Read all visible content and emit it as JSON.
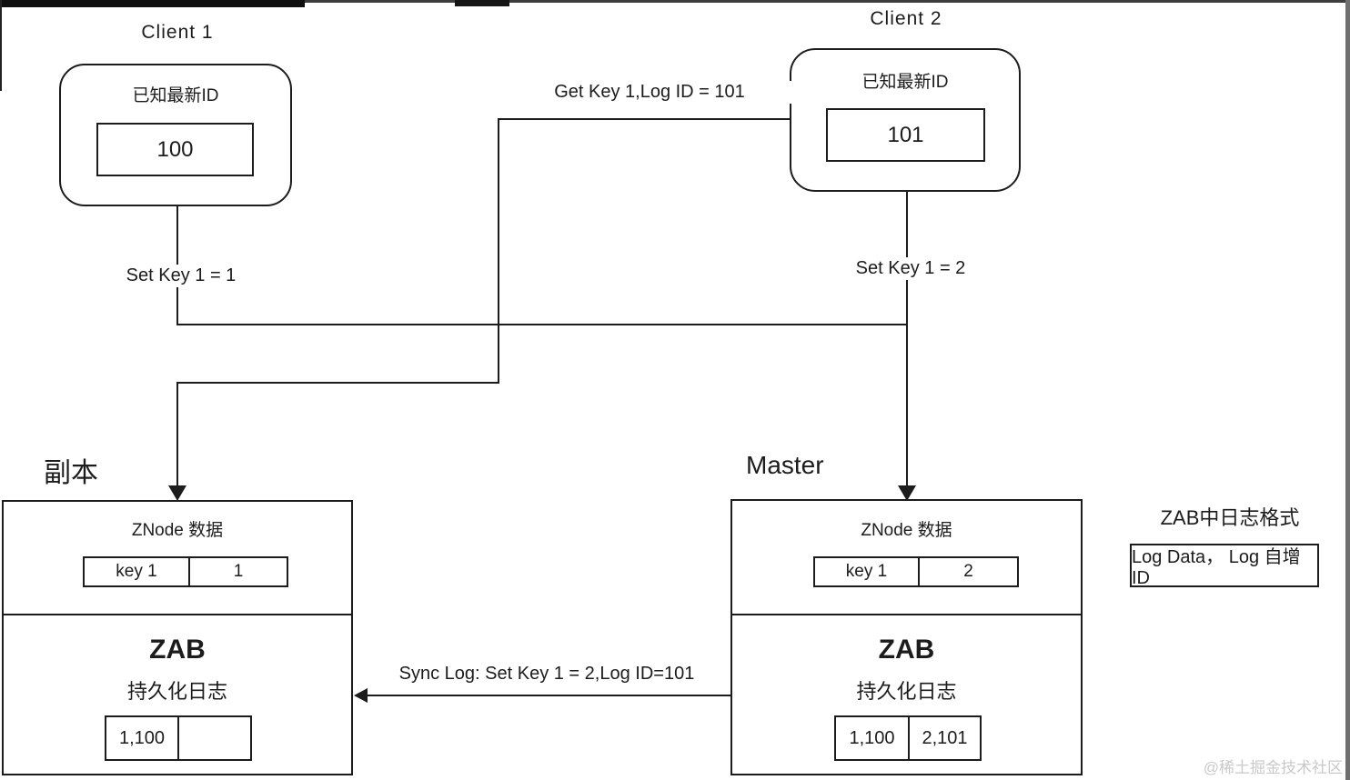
{
  "clients": {
    "client1": {
      "title": "Client 1",
      "id_label": "已知最新ID",
      "id_value": "100"
    },
    "client2": {
      "title": "Client 2",
      "id_label": "已知最新ID",
      "id_value": "101"
    }
  },
  "messages": {
    "set_key_client1": "Set Key 1 = 1",
    "set_key_client2": "Set Key 1 = 2",
    "get_key": "Get Key 1,Log ID = 101",
    "sync_log": "Sync Log: Set Key 1 = 2,Log ID=101"
  },
  "nodes": {
    "replica": {
      "role": "副本",
      "znode_title": "ZNode 数据",
      "znode": {
        "key": "key 1",
        "value": "1"
      },
      "zab_title": "ZAB",
      "zab_subtitle": "持久化日志",
      "log_entries": [
        "1,100",
        ""
      ]
    },
    "master": {
      "role": "Master",
      "znode_title": "ZNode 数据",
      "znode": {
        "key": "key 1",
        "value": "2"
      },
      "zab_title": "ZAB",
      "zab_subtitle": "持久化日志",
      "log_entries": [
        "1,100",
        "2,101"
      ]
    }
  },
  "legend": {
    "title": "ZAB中日志格式",
    "format": "Log Data， Log 自增ID"
  },
  "watermark": "@稀土掘金技术社区",
  "colors": {
    "line": "#1c1c1c",
    "watermark": "#c9c9c9",
    "edge_strip": "#6f6f6f"
  }
}
